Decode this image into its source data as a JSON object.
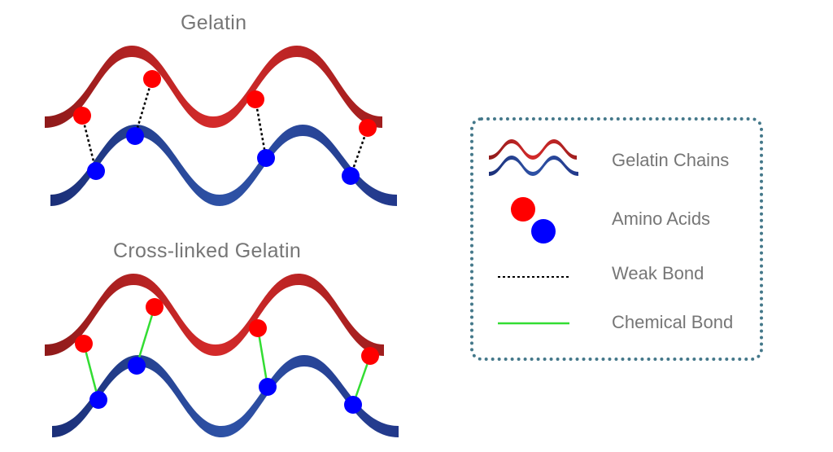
{
  "titles": {
    "gelatin": "Gelatin",
    "crosslinked": "Cross-linked Gelatin"
  },
  "legend": {
    "gelatin_chains": "Gelatin Chains",
    "amino_acids": "Amino Acids",
    "weak_bond": "Weak Bond",
    "chemical_bond": "Chemical Bond"
  },
  "colors": {
    "red_chain_light": "#d42a2a",
    "red_chain_dark": "#8e1a1a",
    "blue_chain_light": "#2e52a6",
    "blue_chain_dark": "#1b2f78",
    "amino_red": "#ff0000",
    "amino_blue": "#0000ff",
    "weak_bond": "#000000",
    "chemical_bond": "#33dd33",
    "legend_border": "#44788a"
  }
}
